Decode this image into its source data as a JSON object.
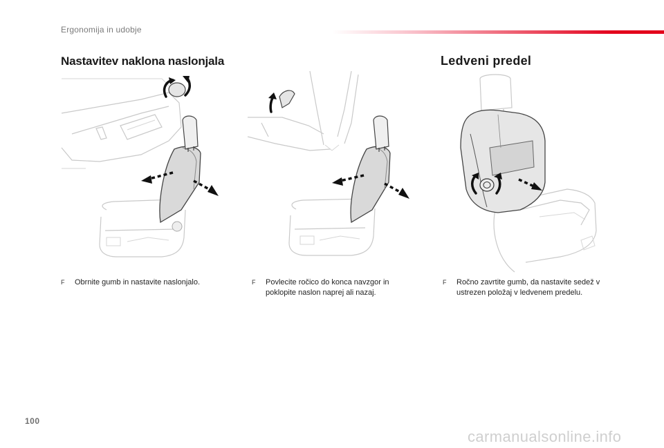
{
  "header": {
    "section": "Ergonomija in udobje"
  },
  "sections": {
    "left_title": "Nastavitev naklona naslonjala",
    "right_title": "Ledveni predel"
  },
  "captions": [
    {
      "bullet": "F",
      "text": "Obrnite gumb in nastavite naslonjalo."
    },
    {
      "bullet": "F",
      "text": "Povlecite ročico do konca navzgor in poklopite naslon naprej ali nazaj."
    },
    {
      "bullet": "F",
      "text": "Ročno zavrtite gumb, da nastavite sedež v ustrezen položaj v ledvenem predelu."
    }
  ],
  "figures": [
    {
      "icon": "seat-backrest-knob-illustration"
    },
    {
      "icon": "seat-backrest-lever-illustration"
    },
    {
      "icon": "seat-lumbar-knob-illustration"
    }
  ],
  "footer": {
    "page_number": "100",
    "watermark": "carmanualsonline.info"
  },
  "colors": {
    "accent": "#e3001b",
    "header_text": "#7a7a7a"
  }
}
